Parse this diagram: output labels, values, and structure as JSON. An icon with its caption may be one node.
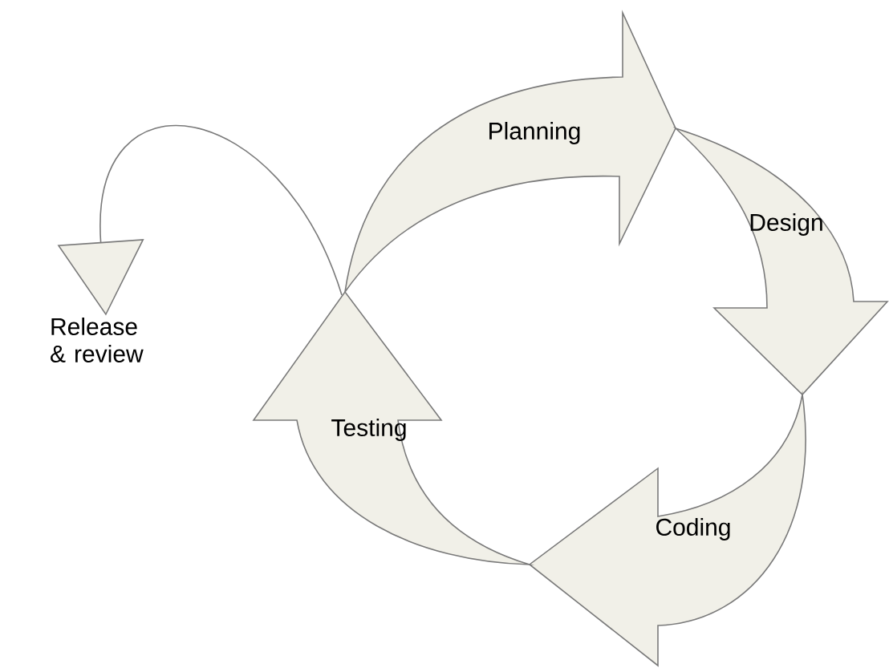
{
  "diagram": {
    "nodes": [
      {
        "text": [
          "Planning"
        ]
      },
      {
        "text": [
          "Design"
        ]
      },
      {
        "text": [
          "Coding"
        ]
      },
      {
        "text": [
          "Testing"
        ]
      },
      {
        "text": [
          "Release & review"
        ]
      }
    ],
    "edges": [
      {
        "from": 3,
        "to": 4,
        "arrow": "to"
      }
    ]
  }
}
